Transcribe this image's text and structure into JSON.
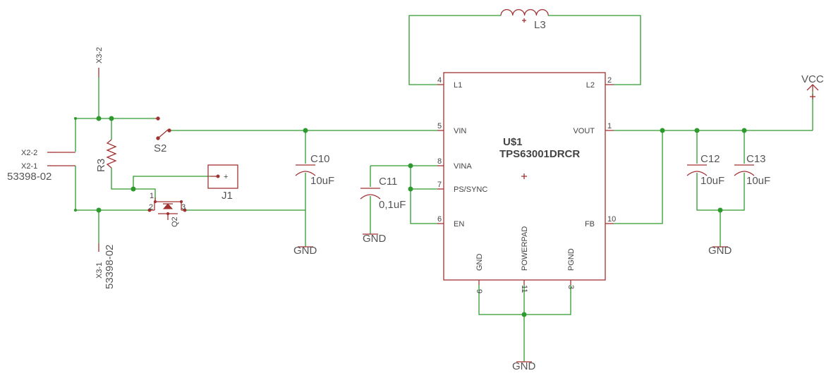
{
  "ic": {
    "name": "U$1",
    "value": "TPS63001DRCR",
    "pins": {
      "L1": {
        "label": "L1",
        "num": "4"
      },
      "VIN": {
        "label": "VIN",
        "num": "5"
      },
      "VINA": {
        "label": "VINA",
        "num": "8"
      },
      "PS": {
        "label": "PS/SYNC",
        "num": "7"
      },
      "EN": {
        "label": "EN",
        "num": "6"
      },
      "L2": {
        "label": "L2",
        "num": "2"
      },
      "VOUT": {
        "label": "VOUT",
        "num": "1"
      },
      "FB": {
        "label": "FB",
        "num": "10"
      },
      "GND": {
        "label": "GND",
        "num": "9"
      },
      "POWERPAD": {
        "label": "POWERPAD",
        "num": "11"
      },
      "PGND": {
        "label": "PGND",
        "num": "3"
      }
    }
  },
  "inductor": {
    "name": "L3"
  },
  "capacitors": {
    "c10": {
      "name": "C10",
      "value": "10uF"
    },
    "c11": {
      "name": "C11",
      "value": "0,1uF"
    },
    "c12": {
      "name": "C12",
      "value": "10uF"
    },
    "c13": {
      "name": "C13",
      "value": "10uF"
    }
  },
  "resistor": {
    "name": "R3"
  },
  "switch": {
    "name": "S2"
  },
  "jumper": {
    "name": "J1",
    "plus": "+"
  },
  "transistor": {
    "name": "Q2",
    "pin1": "1",
    "pin2": "2",
    "pin3": "3"
  },
  "connectors": {
    "x2_2": "X2-2",
    "x2_1": "X2-1",
    "x2_part": "53398-02",
    "x3_2": "X3-2",
    "x3_1": "X3-1",
    "x3_part": "53398-02"
  },
  "supply": {
    "gnd": "GND",
    "vcc": "VCC",
    "vcc_plus": "+"
  },
  "colors": {
    "wire": "#2e9a2e",
    "symbol": "#a03232",
    "text": "#555555"
  }
}
